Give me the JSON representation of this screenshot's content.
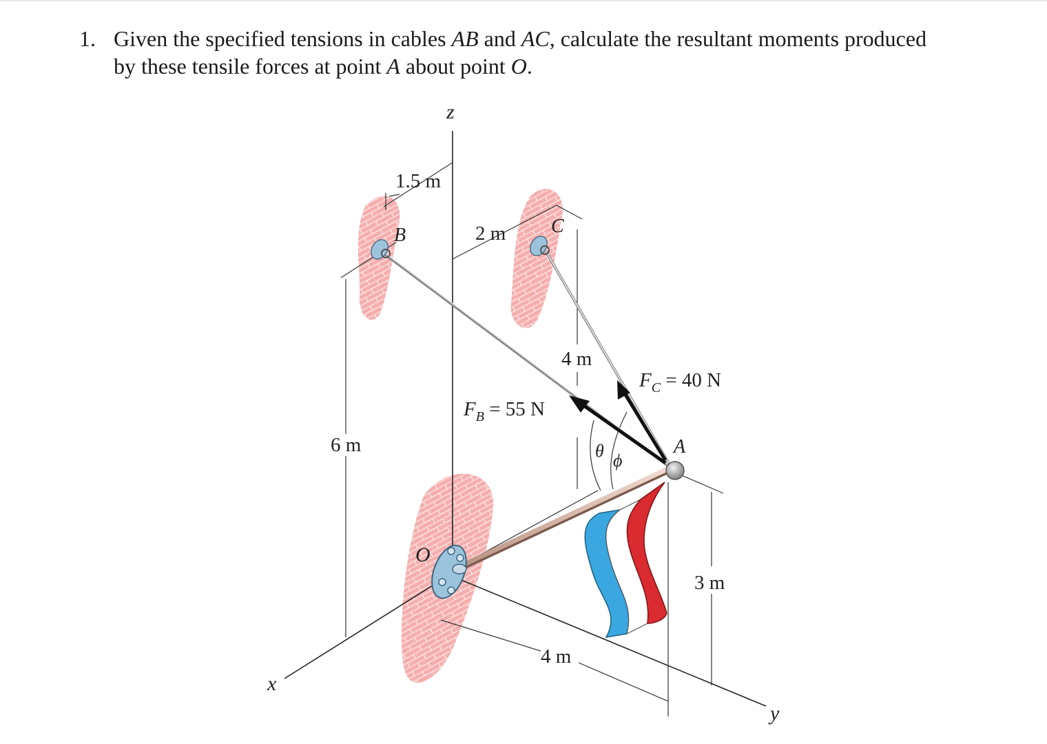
{
  "problem": {
    "number": "1.",
    "line1_a": "Given the specified tensions in cables ",
    "line1_ab": "AB",
    "line1_and": " and ",
    "line1_ac": "AC",
    "line1_b": ", calculate the resultant moments produced",
    "line2_a": "by these tensile forces at point ",
    "line2_A": "A",
    "line2_b": " about point ",
    "line2_O": "O",
    "line2_c": "."
  },
  "figure": {
    "axes": {
      "z": "z",
      "x": "x",
      "y": "y"
    },
    "points": {
      "B": "B",
      "C": "C",
      "A": "A",
      "O": "O"
    },
    "dims": {
      "d15": "1.5 m",
      "d2": "2 m",
      "d4top": "4 m",
      "d6": "6 m",
      "d4bottom": "4 m",
      "d3": "3 m"
    },
    "forces": {
      "FB_sym": "F",
      "FB_sub": "B",
      "FB_val": " = 55 N",
      "FC_sym": "F",
      "FC_sub": "C",
      "FC_val": " = 40 N"
    },
    "angles": {
      "theta": "θ",
      "phi": "ϕ"
    },
    "colors": {
      "brick": "#f2a3a3",
      "flag_red": "#d92b30",
      "flag_blue": "#3aa7e0",
      "pole": "#d9b7a6",
      "plate": "#9cc3dc",
      "force_arrow": "#111111"
    }
  }
}
